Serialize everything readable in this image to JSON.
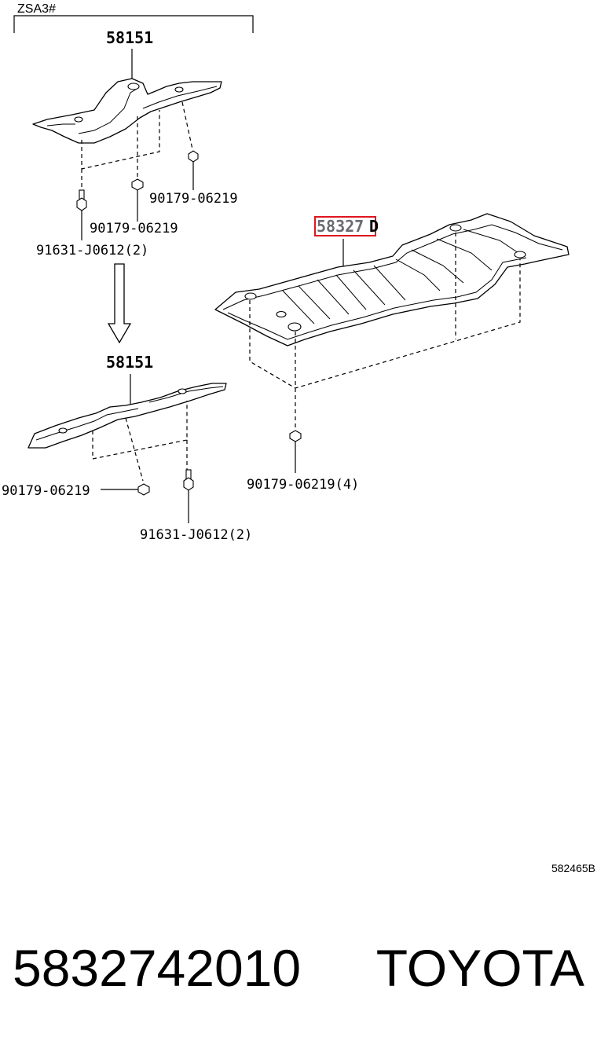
{
  "diagram": {
    "group_label": "ZSA3#",
    "upper_cover_number": "58151",
    "lower_cover_number": "58151",
    "upper_bolt_code": "91631-J0612(2)",
    "upper_clip_code_a": "90179-06219",
    "upper_clip_code_b": "90179-06219",
    "lower_clip_code": "90179-06219",
    "lower_bolt_code": "91631-J0612(2)",
    "main_cover_number": "58327",
    "main_cover_suffix": "D",
    "main_clip_code": "90179-06219(4)",
    "figure_code": "582465B",
    "highlight_color": "#e0141e"
  },
  "footer": {
    "part_number": "5832742010",
    "brand": "TOYOTA"
  }
}
